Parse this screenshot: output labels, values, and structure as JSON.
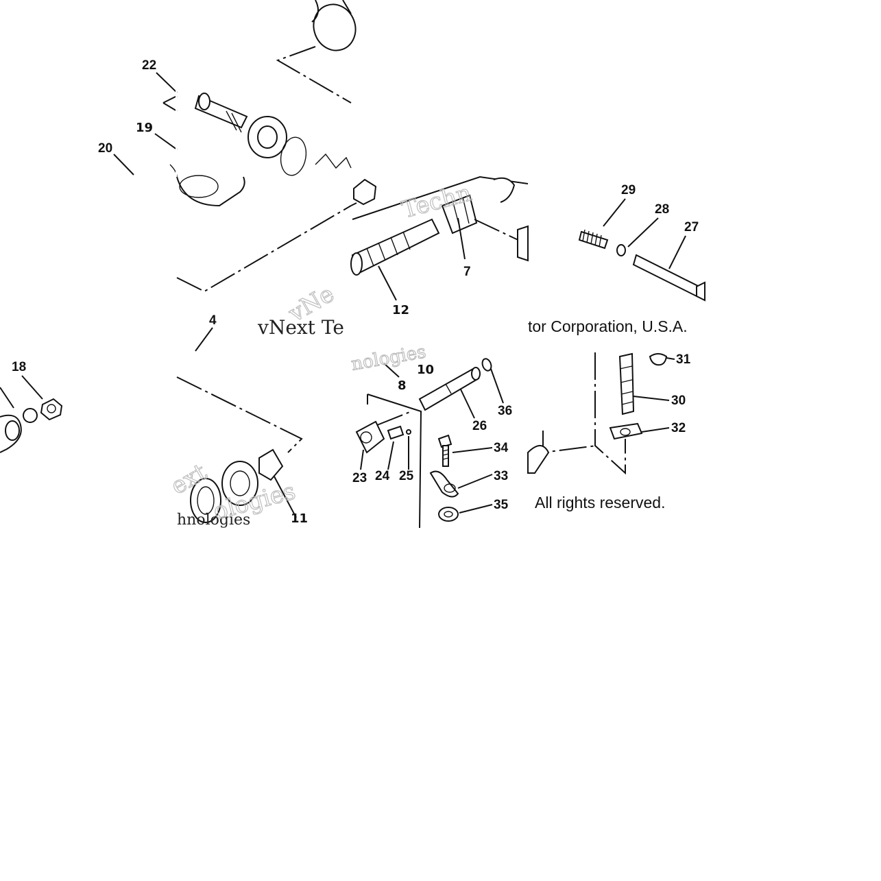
{
  "diagram": {
    "callouts": [
      "22",
      "19",
      "20",
      "4",
      "18",
      "12",
      "7",
      "29",
      "28",
      "27",
      "8",
      "10",
      "36",
      "26",
      "31",
      "30",
      "32",
      "34",
      "33",
      "35",
      "23",
      "24",
      "25",
      "11"
    ],
    "copyright_line_1": "tor Corporation, U.S.A.",
    "copyright_line_2": "All rights reserved.",
    "watermarks": [
      "vNext Te",
      "Techn",
      "vNe",
      "ext",
      "hnologies",
      "ologies",
      "nologies"
    ]
  }
}
